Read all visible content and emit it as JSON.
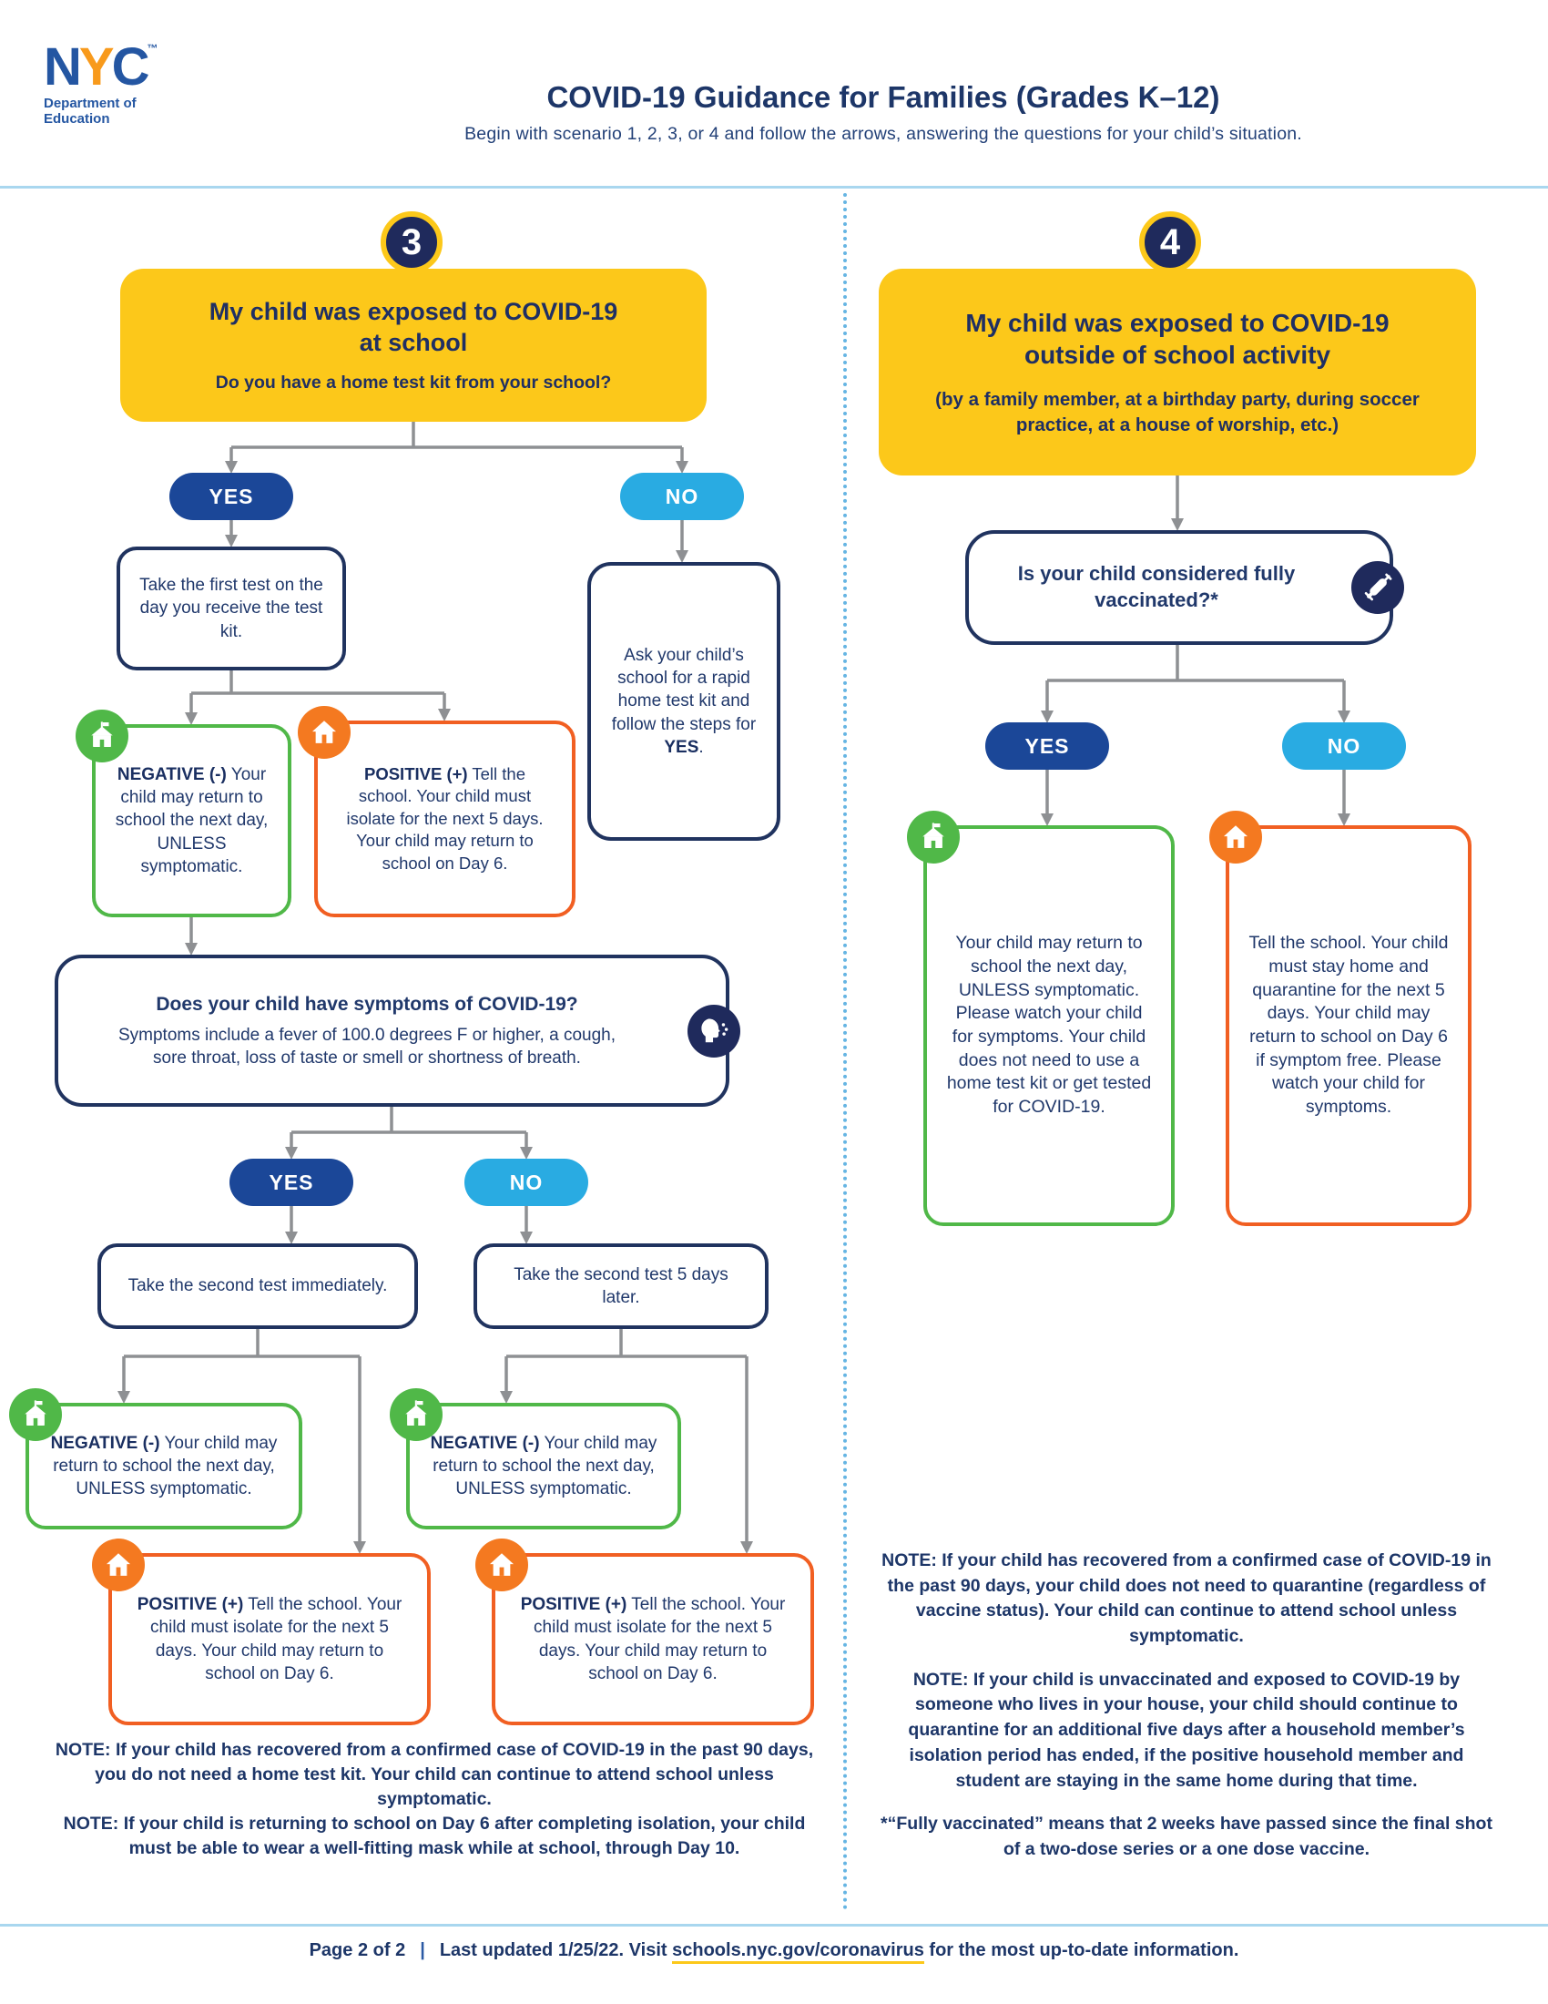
{
  "header": {
    "logo_n": "N",
    "logo_y": "Y",
    "logo_c": "C",
    "logo_tm": "™",
    "dept_line1": "Department of",
    "dept_line2": "Education",
    "title": "COVID-19 Guidance for Families (Grades K–12)",
    "subtitle": "Begin with scenario 1, 2, 3, or 4 and follow the arrows, answering the questions for your child’s situation."
  },
  "labels": {
    "yes": "YES",
    "no": "NO"
  },
  "scenario3": {
    "number": "3",
    "start_title": "My child was exposed to COVID-19 at school",
    "start_question": "Do you have a home test kit from your school?",
    "first_test": "Take the first test on the day you receive the test kit.",
    "ask_school_pre": "Ask your child’s school for a rapid home test kit and follow the steps for ",
    "ask_school_bold": "YES",
    "ask_school_post": ".",
    "negative_label": "NEGATIVE (-)",
    "negative_text": "Your child may return to school the next day, UNLESS symptomatic.",
    "positive_label": "POSITIVE (+)",
    "positive_text": "Tell the school. Your child must isolate for the next 5 days. Your child may return to school on Day 6.",
    "symptoms_title": "Does your child have symptoms of COVID-19?",
    "symptoms_body": "Symptoms include a fever of 100.0 degrees F or higher, a cough, sore throat, loss of taste or smell or shortness of breath.",
    "second_test_now": "Take the second test immediately.",
    "second_test_later": "Take the second test 5 days later.",
    "note1": "NOTE: If your child has recovered from a confirmed case of COVID-19 in the past 90 days, you do not need a home test kit. Your child can continue to attend school unless symptomatic.",
    "note2": "NOTE: If your child is returning to school on Day 6 after completing isolation, your child must be able to wear a well-fitting mask while at school, through Day 10."
  },
  "scenario4": {
    "number": "4",
    "start_title": "My child was exposed to COVID-19 outside of school activity",
    "start_sub": "(by a family member, at a birthday party, during soccer practice, at a house of worship, etc.)",
    "vaccinated_question": "Is your child considered fully vaccinated?*",
    "yes_outcome": "Your child may return to school the next day, UNLESS symptomatic. Please watch your child for symptoms. Your child does not need to use a home test kit or get tested for COVID-19.",
    "no_outcome": "Tell the school. Your child must stay home and quarantine for the next 5 days. Your child may return to school on Day 6 if symptom free. Please watch your child for symptoms.",
    "note1": "NOTE: If your child has recovered from a confirmed case of COVID-19 in the past 90 days, your child does not need to quarantine (regardless of vaccine status). Your child can continue to attend school unless symptomatic.",
    "note2": "NOTE: If your child is unvaccinated and exposed to COVID-19 by someone who lives in your house, your child should continue to quarantine for an additional five days after a household member’s isolation period has ended, if the positive household member and student are staying in the same home during that time.",
    "footnote": "*“Fully vaccinated” means that 2 weeks have passed since the final shot of a two-dose series or a one dose vaccine."
  },
  "footer": {
    "page": "Page 2 of 2",
    "separator": "|",
    "pre_link": "Last updated 1/25/22. Visit ",
    "link": "schools.nyc.gov/coronavirus",
    "post_link": " for the most up-to-date information."
  },
  "icons": {
    "negative_outcome": "school-building-icon",
    "positive_outcome": "house-icon",
    "symptoms": "coughing-person-icon",
    "vaccinated": "syringe-icon"
  },
  "colors": {
    "navy": "#1f2a5c",
    "royal_blue": "#1b4798",
    "light_blue": "#29abe2",
    "yellow": "#fcc81a",
    "green": "#50b848",
    "orange": "#f15f22",
    "arrow_gray": "#8e9093"
  }
}
